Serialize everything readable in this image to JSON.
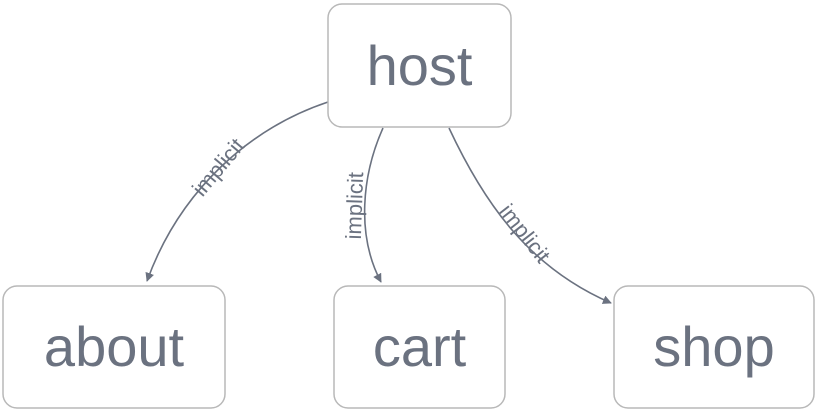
{
  "nodes": {
    "host": "host",
    "about": "about",
    "cart": "cart",
    "shop": "shop"
  },
  "edges": [
    {
      "from": "host",
      "to": "about",
      "label": "implicit"
    },
    {
      "from": "host",
      "to": "cart",
      "label": "implicit"
    },
    {
      "from": "host",
      "to": "shop",
      "label": "implicit"
    }
  ],
  "colors": {
    "text": "#6b7280",
    "node_border": "#b8b8b8",
    "background": "#ffffff"
  }
}
